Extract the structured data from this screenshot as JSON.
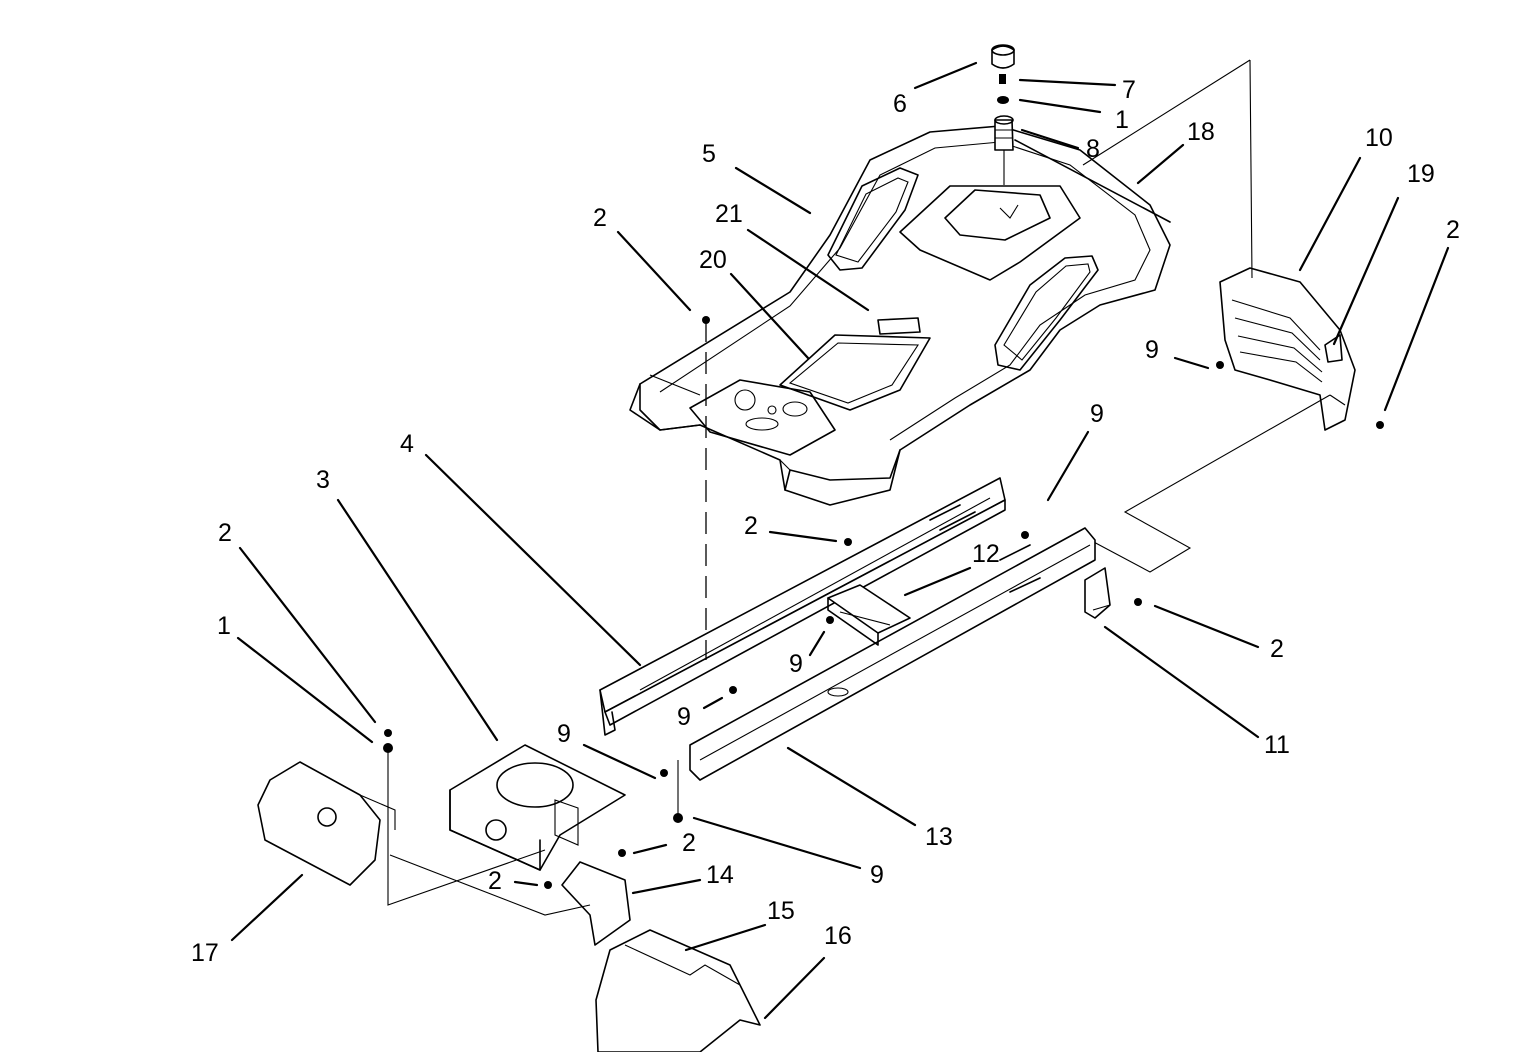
{
  "labels": {
    "1_top": "1",
    "1_left": "1",
    "2_mid_upper": "2",
    "2_right": "2",
    "2_center": "2",
    "2_rail_right": "2",
    "2_left": "2",
    "2_lower_a": "2",
    "2_lower_b": "2",
    "3": "3",
    "4": "4",
    "5": "5",
    "6": "6",
    "7": "7",
    "8": "8",
    "9_right_shield": "9",
    "9_rail_top": "9",
    "9_rail_mid": "9",
    "9_rail_low": "9",
    "9_front_left": "9",
    "9_bottom": "9",
    "10": "10",
    "11": "11",
    "12": "12",
    "13": "13",
    "14": "14",
    "15": "15",
    "16": "16",
    "17": "17",
    "18": "18",
    "19": "19",
    "20": "20",
    "21": "21"
  }
}
